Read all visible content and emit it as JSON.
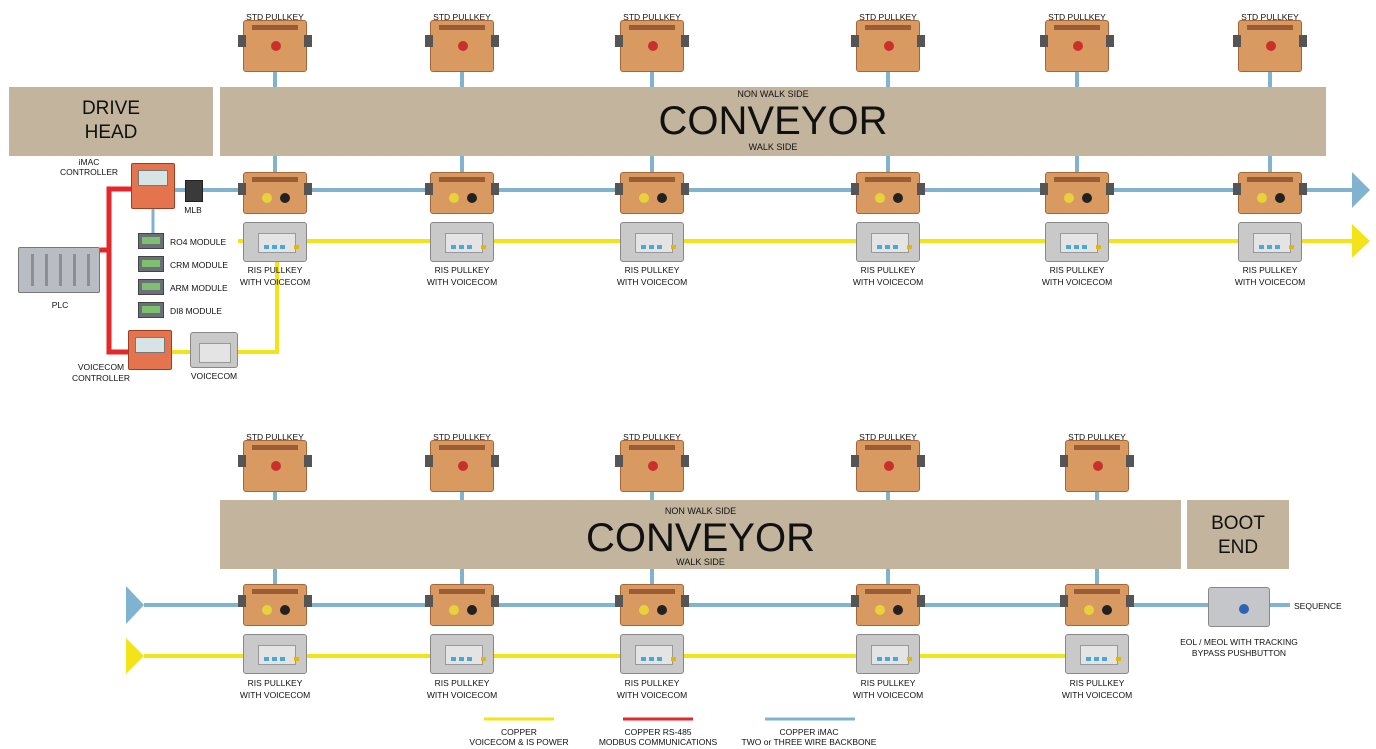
{
  "colors": {
    "copper_yellow": "#f3e41a",
    "copper_red": "#e3272b",
    "copper_blue": "#7fb3d0",
    "conveyor_box": "#c2b49d"
  },
  "top_section": {
    "drive_head": {
      "line1": "DRIVE",
      "line2": "HEAD"
    },
    "conveyor": {
      "top_label": "NON WALK SIDE",
      "title": "CONVEYOR",
      "bottom_label": "WALK SIDE"
    },
    "std_pullkey_label": "STD PULLKEY",
    "ris_pullkey_line1": "RIS PULLKEY",
    "ris_pullkey_line2": "WITH VOICECOM",
    "imac_controller": {
      "line1": "iMAC",
      "line2": "CONTROLLER"
    },
    "mlb": "MLB",
    "modules": [
      "RO4 MODULE",
      "CRM MODULE",
      "ARM MODULE",
      "DI8 MODULE"
    ],
    "plc": "PLC",
    "voicecom_controller": {
      "line1": "VOICECOM",
      "line2": "CONTROLLER"
    },
    "voicecom": "VOICECOM"
  },
  "bottom_section": {
    "conveyor": {
      "top_label": "NON WALK SIDE",
      "title": "CONVEYOR",
      "bottom_label": "WALK SIDE"
    },
    "boot_end": {
      "line1": "BOOT",
      "line2": "END"
    },
    "std_pullkey_label": "STD PULLKEY",
    "ris_pullkey_line1": "RIS PULLKEY",
    "ris_pullkey_line2": "WITH VOICECOM",
    "sequence": "SEQUENCE",
    "eol": {
      "line1": "EOL / MEOL WITH TRACKING",
      "line2": "BYPASS PUSHBUTTON"
    }
  },
  "legend": [
    {
      "line1": "COPPER",
      "line2": "VOICECOM & IS POWER",
      "color": "#f3e41a"
    },
    {
      "line1": "COPPER RS-485",
      "line2": "MODBUS COMMUNICATIONS",
      "color": "#e3272b"
    },
    {
      "line1": "COPPER iMAC",
      "line2": "TWO or THREE WIRE BACKBONE",
      "color": "#7fb3d0"
    }
  ]
}
